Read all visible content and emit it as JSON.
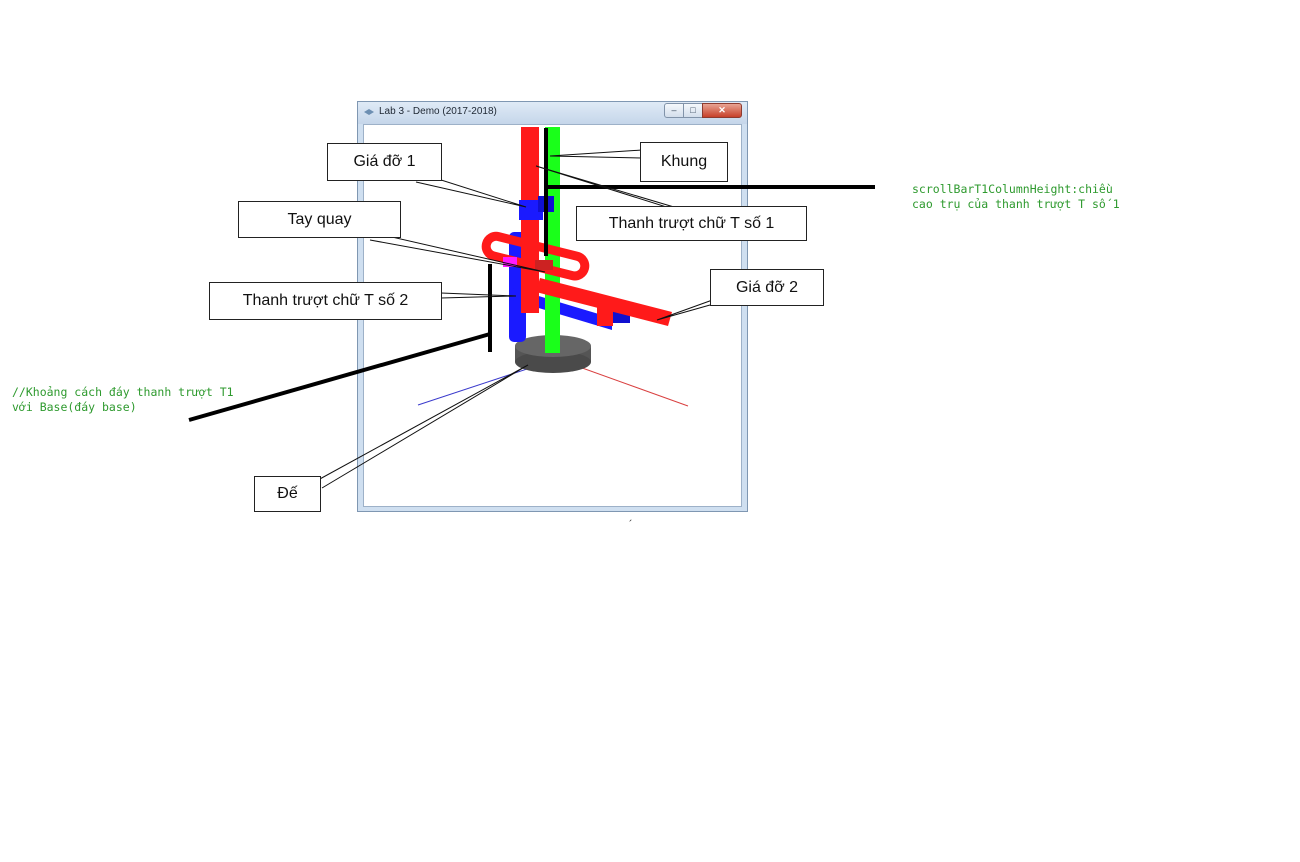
{
  "window": {
    "title": "Lab 3 - Demo (2017-2018)",
    "minimize_glyph": "–",
    "maximize_glyph": "□",
    "close_glyph": "✕"
  },
  "callouts": {
    "khung": "Khung",
    "gia_do_1": "Giá đỡ 1",
    "thanh_truot_t1": "Thanh trượt chữ T số 1",
    "tay_quay": "Tay quay",
    "gia_do_2": "Giá đỡ 2",
    "thanh_truot_t2": "Thanh trượt chữ T số 2",
    "de": "Đế"
  },
  "notes": {
    "scrollbar_t1": "scrollBarT1ColumnHeight:chiều\ncao trụ của thanh trượt T số 1",
    "khoang_cach": "//Khoảng cách đáy thanh trượt T1\nvới Base(đáy base)"
  },
  "stray_mark": "´",
  "colors": {
    "note_green": "#2e9a2e",
    "slider_red": "#ff1a1a",
    "frame_green": "#1aff1a",
    "part_blue": "#1a1aff",
    "base_gray": "#555555",
    "crank_magenta": "#ff1aff"
  }
}
